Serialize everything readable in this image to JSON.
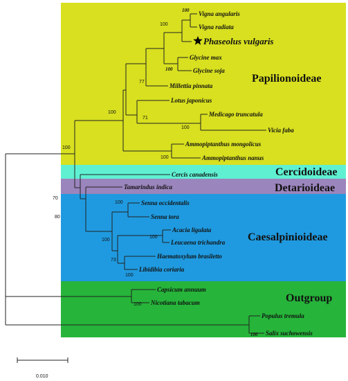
{
  "groups": {
    "papilionoideae": {
      "label": "Papilionoideae",
      "color": "#d8e01f"
    },
    "cercidoideae": {
      "label": "Cercidoideae",
      "color": "#5ff0d2"
    },
    "detarioideae": {
      "label": "Detarioideae",
      "color": "#9b85bd"
    },
    "caesalpinioideae": {
      "label": "Caesalpinioideae",
      "color": "#1f9ae0"
    },
    "outgroup": {
      "label": "Outgroup",
      "color": "#26b43a"
    }
  },
  "taxa": {
    "vigna_angularis": "Vigna angularis",
    "vigna_radiata": "Vigna radiata",
    "phaseolus_vulgaris": "Phaseolus vulgaris",
    "glycine_max": "Glycine max",
    "glycine_soja": "Glycine soja",
    "millettia_pinnata": "Millettia pinnata",
    "lotus_japonicus": "Lotus japonicus",
    "medicago_truncatula": "Medicago truncatula",
    "vicia_faba": "Vicia faba",
    "ammopiptanthus_mongolicus": "Ammopiptanthus mongolicus",
    "ammopiptanthus_nanus": "Ammopiptanthus nanus",
    "cercis_canadensis": "Cercis canadensis",
    "tamarindus_indica": "Tamarindus indica",
    "senna_occidentalis": "Senna occidentalis",
    "senna_tora": "Senna tora",
    "acacia_ligulata": "Acacia ligulata",
    "leucaena_trichandra": "Leucaena trichandra",
    "haematoxylum_brasiletto": "Haematoxylum brasiletto",
    "libidibia_coriaria": "Libidibia coriaria",
    "capsicum_annuum": "Capsicum annuum",
    "nicotiana_tabacum": "Nicotiana tabacum",
    "populus_tremula": "Populus tremula",
    "salix_suchowensis": "Salix suchowensis"
  },
  "bootstrap": {
    "vigna": "100",
    "vigna_phaseolus": "100",
    "glycine": "100",
    "core_papilio": "77",
    "papilio_crown": "100",
    "lotus_clade": "71",
    "medicago_vicia": "100",
    "ammopiptanthus": "100",
    "root_ingroup": "100",
    "detar_caesal": "70",
    "caesal_crown": "80",
    "senna": "100",
    "caesal_core": "100",
    "acacia_leucaena": "100",
    "haematoxylum_clade": "73",
    "haem_libidibia": "100",
    "outgroup_solanaceae": "100",
    "outgroup_salicaceae": "100"
  },
  "marker_icon": "star-icon",
  "scale_bar": {
    "label": "0.010"
  }
}
